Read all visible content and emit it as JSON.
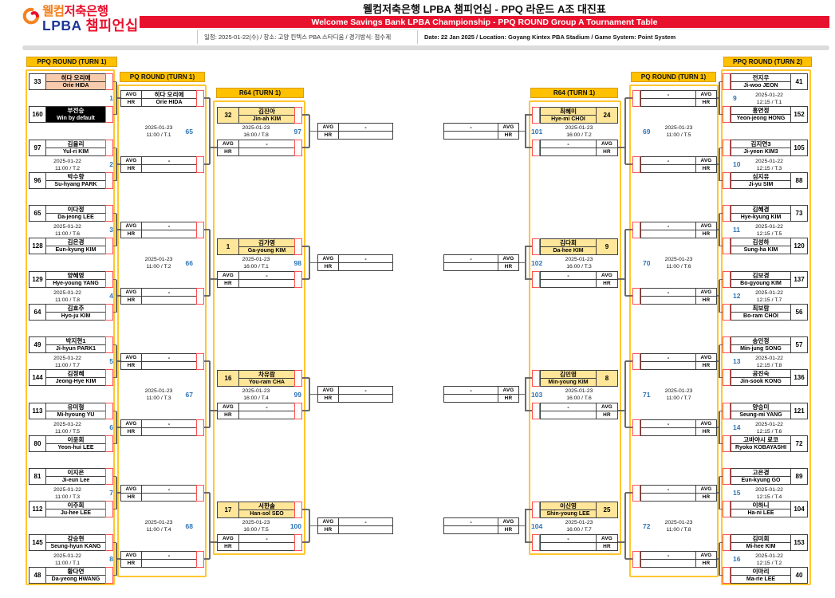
{
  "header": {
    "logo": {
      "welcome": "웰컴",
      "bank": "저축은행",
      "lpba": "LPBA",
      "championship": " 챔피언십"
    },
    "title_kr": "웰컴저축은행 LPBA 챔피언십 - PPQ 라운드 A조 대진표",
    "banner_en": "Welcome Savings Bank LPBA Championship - PPQ ROUND Group A Tournament Table",
    "info_kr": "일정: 2025-01-22(수) / 장소: 고양 킨텍스 PBA 스타디움 / 경기방식: 점수제",
    "info_en": "Date: 22 Jan 2025 / Location: Goyang Kintex PBA Stadium / Game System: Point System"
  },
  "labels": {
    "avg": "AVG",
    "hr": "HR"
  },
  "colors": {
    "header_yellow": "#ffc000",
    "container_border": "#ffc62e",
    "seed_highlight": "#ffe699",
    "advance_highlight": "#f8cbad",
    "banner_red": "#e8112d",
    "match_number_blue": "#2e74b5",
    "walkover_bg": "#000000",
    "score_cell_border": "#ff5252"
  },
  "bracket": {
    "ppq_left": {
      "title": "PPQ ROUND (TURN 1)",
      "matches": [
        {
          "no": "1",
          "date": "",
          "time": "",
          "p1": {
            "num": "33",
            "kr": "히다 오리에",
            "en": "Orie HIDA",
            "hl": "peach"
          },
          "p2": {
            "num": "160",
            "kr": "부전승",
            "en": "Win by default",
            "hl": "black"
          }
        },
        {
          "no": "2",
          "date": "2025-01-22",
          "time": "11:00 / T.2",
          "p1": {
            "num": "97",
            "kr": "김율리",
            "en": "Yul-ri KIM",
            "hl": ""
          },
          "p2": {
            "num": "96",
            "kr": "박수향",
            "en": "Su-hyang PARK",
            "hl": ""
          }
        },
        {
          "no": "3",
          "date": "2025-01-22",
          "time": "11:00 / T.6",
          "p1": {
            "num": "65",
            "kr": "이다정",
            "en": "Da-jeong LEE",
            "hl": ""
          },
          "p2": {
            "num": "128",
            "kr": "김은경",
            "en": "Eun-kyung KIM",
            "hl": ""
          }
        },
        {
          "no": "4",
          "date": "2025-01-22",
          "time": "11:00 / T.8",
          "p1": {
            "num": "129",
            "kr": "양혜영",
            "en": "Hye-young YANG",
            "hl": ""
          },
          "p2": {
            "num": "64",
            "kr": "김효주",
            "en": "Hyo-ju KIM",
            "hl": ""
          }
        },
        {
          "no": "5",
          "date": "2025-01-22",
          "time": "11:00 / T.7",
          "p1": {
            "num": "49",
            "kr": "박지현1",
            "en": "Ji-hyun PARK1",
            "hl": ""
          },
          "p2": {
            "num": "144",
            "kr": "김정혜",
            "en": "Jeong-Hye KIM",
            "hl": ""
          }
        },
        {
          "no": "6",
          "date": "2025-01-22",
          "time": "11:00 / T.5",
          "p1": {
            "num": "113",
            "kr": "유미형",
            "en": "Mi-hyoung YU",
            "hl": ""
          },
          "p2": {
            "num": "80",
            "kr": "이윤희",
            "en": "Yeon-hui LEE",
            "hl": ""
          }
        },
        {
          "no": "7",
          "date": "2025-01-22",
          "time": "11:00 / T.3",
          "p1": {
            "num": "81",
            "kr": "이지은",
            "en": "Ji-eun Lee",
            "hl": ""
          },
          "p2": {
            "num": "112",
            "kr": "이주희",
            "en": "Ju-hee LEE",
            "hl": ""
          }
        },
        {
          "no": "8",
          "date": "2025-01-22",
          "time": "11:00 / T.1",
          "p1": {
            "num": "145",
            "kr": "강승현",
            "en": "Seung-hyun KANG",
            "hl": ""
          },
          "p2": {
            "num": "48",
            "kr": "황다연",
            "en": "Da-yeong HWANG",
            "hl": ""
          }
        }
      ]
    },
    "pq_left": {
      "title": "PQ ROUND (TURN 1)",
      "matches": [
        {
          "no": "65",
          "date": "2025-01-23",
          "time": "11:00 / T.1",
          "top": {
            "kr": "히다 오리에",
            "en": "Orie HIDA"
          },
          "bottom": {
            "kr": "-",
            "en": ""
          }
        },
        {
          "no": "66",
          "date": "2025-01-23",
          "time": "11:00 / T.2",
          "top": {
            "kr": "-",
            "en": ""
          },
          "bottom": {
            "kr": "-",
            "en": ""
          }
        },
        {
          "no": "67",
          "date": "2025-01-23",
          "time": "11:00 / T.3",
          "top": {
            "kr": "-",
            "en": ""
          },
          "bottom": {
            "kr": "-",
            "en": ""
          }
        },
        {
          "no": "68",
          "date": "2025-01-23",
          "time": "11:00 / T.4",
          "top": {
            "kr": "-",
            "en": ""
          },
          "bottom": {
            "kr": "-",
            "en": ""
          }
        }
      ]
    },
    "r64_left": {
      "title": "R64 (TURN 1)",
      "matches": [
        {
          "no": "97",
          "seed": "32",
          "kr": "김진아",
          "en": "Jin-ah KIM",
          "date": "2025-01-23",
          "time": "16:00 / T.8",
          "winner": {
            "top": "-",
            "bottom": ""
          }
        },
        {
          "no": "98",
          "seed": "1",
          "kr": "김가영",
          "en": "Ga-young KIM",
          "date": "2025-01-23",
          "time": "16:00 / T.1",
          "winner": {
            "top": "-",
            "bottom": ""
          }
        },
        {
          "no": "99",
          "seed": "16",
          "kr": "차유람",
          "en": "You-ram CHA",
          "date": "2025-01-23",
          "time": "16:00 / T.4",
          "winner": {
            "top": "-",
            "bottom": ""
          }
        },
        {
          "no": "100",
          "seed": "17",
          "kr": "서한솔",
          "en": "Han-sol SEO",
          "date": "2025-01-23",
          "time": "16:00 / T.5",
          "winner": {
            "top": "-",
            "bottom": ""
          }
        }
      ]
    },
    "center_left": {
      "boxes": [
        {
          "top": "-",
          "bottom": ""
        },
        {
          "top": "-",
          "bottom": ""
        },
        {
          "top": "-",
          "bottom": ""
        },
        {
          "top": "-",
          "bottom": ""
        }
      ]
    },
    "center_right": {
      "boxes": [
        {
          "top": "-",
          "bottom": ""
        },
        {
          "top": "-",
          "bottom": ""
        },
        {
          "top": "-",
          "bottom": ""
        },
        {
          "top": "-",
          "bottom": ""
        }
      ]
    },
    "r64_right": {
      "title": "R64 (TURN 1)",
      "matches": [
        {
          "no": "101",
          "seed": "24",
          "kr": "최혜미",
          "en": "Hye-mi CHOI",
          "date": "2025-01-23",
          "time": "16:00 / T.2",
          "winner": {
            "top": "-",
            "bottom": ""
          }
        },
        {
          "no": "102",
          "seed": "9",
          "kr": "김다희",
          "en": "Da-hee KIM",
          "date": "2025-01-23",
          "time": "16:00 / T.3",
          "winner": {
            "top": "-",
            "bottom": ""
          }
        },
        {
          "no": "103",
          "seed": "8",
          "kr": "김민영",
          "en": "Min-young KIM",
          "date": "2025-01-23",
          "time": "16:00 / T.6",
          "winner": {
            "top": "-",
            "bottom": ""
          }
        },
        {
          "no": "104",
          "seed": "25",
          "kr": "이신영",
          "en": "Shin-young LEE",
          "date": "2025-01-23",
          "time": "16:00 / T.7",
          "winner": {
            "top": "-",
            "bottom": ""
          }
        }
      ]
    },
    "pq_right": {
      "title": "PQ ROUND (TURN 1)",
      "matches": [
        {
          "no": "69",
          "date": "2025-01-23",
          "time": "11:00 / T.5",
          "top": {
            "kr": "-",
            "en": ""
          },
          "bottom": {
            "kr": "-",
            "en": ""
          }
        },
        {
          "no": "70",
          "date": "2025-01-23",
          "time": "11:00 / T.6",
          "top": {
            "kr": "-",
            "en": ""
          },
          "bottom": {
            "kr": "-",
            "en": ""
          }
        },
        {
          "no": "71",
          "date": "2025-01-23",
          "time": "11:00 / T.7",
          "top": {
            "kr": "-",
            "en": ""
          },
          "bottom": {
            "kr": "-",
            "en": ""
          }
        },
        {
          "no": "72",
          "date": "2025-01-23",
          "time": "11:00 / T.8",
          "top": {
            "kr": "-",
            "en": ""
          },
          "bottom": {
            "kr": "-",
            "en": ""
          }
        }
      ]
    },
    "ppq_right": {
      "title": "PPQ ROUND (TURN 2)",
      "matches": [
        {
          "no": "9",
          "date": "2025-01-22",
          "time": "12:15 / T.1",
          "p1": {
            "num": "41",
            "kr": "전지우",
            "en": "Ji-woo JEON",
            "hl": ""
          },
          "p2": {
            "num": "152",
            "kr": "홍연정",
            "en": "Yeon-jeong HONG",
            "hl": ""
          }
        },
        {
          "no": "10",
          "date": "2025-01-22",
          "time": "12:15 / T.3",
          "p1": {
            "num": "105",
            "kr": "김지연3",
            "en": "Ji-yeon KIM3",
            "hl": ""
          },
          "p2": {
            "num": "88",
            "kr": "심지유",
            "en": "Ji-yu SIM",
            "hl": ""
          }
        },
        {
          "no": "11",
          "date": "2025-01-22",
          "time": "12:15 / T.5",
          "p1": {
            "num": "73",
            "kr": "김혜경",
            "en": "Hye-kyung KIM",
            "hl": ""
          },
          "p2": {
            "num": "120",
            "kr": "김성하",
            "en": "Sung-ha KIM",
            "hl": ""
          }
        },
        {
          "no": "12",
          "date": "2025-01-22",
          "time": "12:15 / T.7",
          "p1": {
            "num": "137",
            "kr": "김보경",
            "en": "Bo-gyoung KIM",
            "hl": ""
          },
          "p2": {
            "num": "56",
            "kr": "최보람",
            "en": "Bo-ram CHOI",
            "hl": ""
          }
        },
        {
          "no": "13",
          "date": "2025-01-22",
          "time": "12:15 / T.8",
          "p1": {
            "num": "57",
            "kr": "송민정",
            "en": "Min-jung SONG",
            "hl": ""
          },
          "p2": {
            "num": "136",
            "kr": "공진숙",
            "en": "Jin-sook KONG",
            "hl": ""
          }
        },
        {
          "no": "14",
          "date": "2025-01-22",
          "time": "12:15 / T.6",
          "p1": {
            "num": "121",
            "kr": "양승미",
            "en": "Seung-mi YANG",
            "hl": ""
          },
          "p2": {
            "num": "72",
            "kr": "고바야시 료코",
            "en": "Ryoko KOBAYASHI",
            "hl": ""
          }
        },
        {
          "no": "15",
          "date": "2025-01-22",
          "time": "12:15 / T.4",
          "p1": {
            "num": "89",
            "kr": "고은경",
            "en": "Eun-kyung GO",
            "hl": ""
          },
          "p2": {
            "num": "104",
            "kr": "이하니",
            "en": "Ha-ni LEE",
            "hl": ""
          }
        },
        {
          "no": "16",
          "date": "2025-01-22",
          "time": "12:15 / T.2",
          "p1": {
            "num": "153",
            "kr": "김미희",
            "en": "Mi-hee KIM",
            "hl": ""
          },
          "p2": {
            "num": "40",
            "kr": "이마리",
            "en": "Ma-rie LEE",
            "hl": ""
          }
        }
      ]
    }
  }
}
